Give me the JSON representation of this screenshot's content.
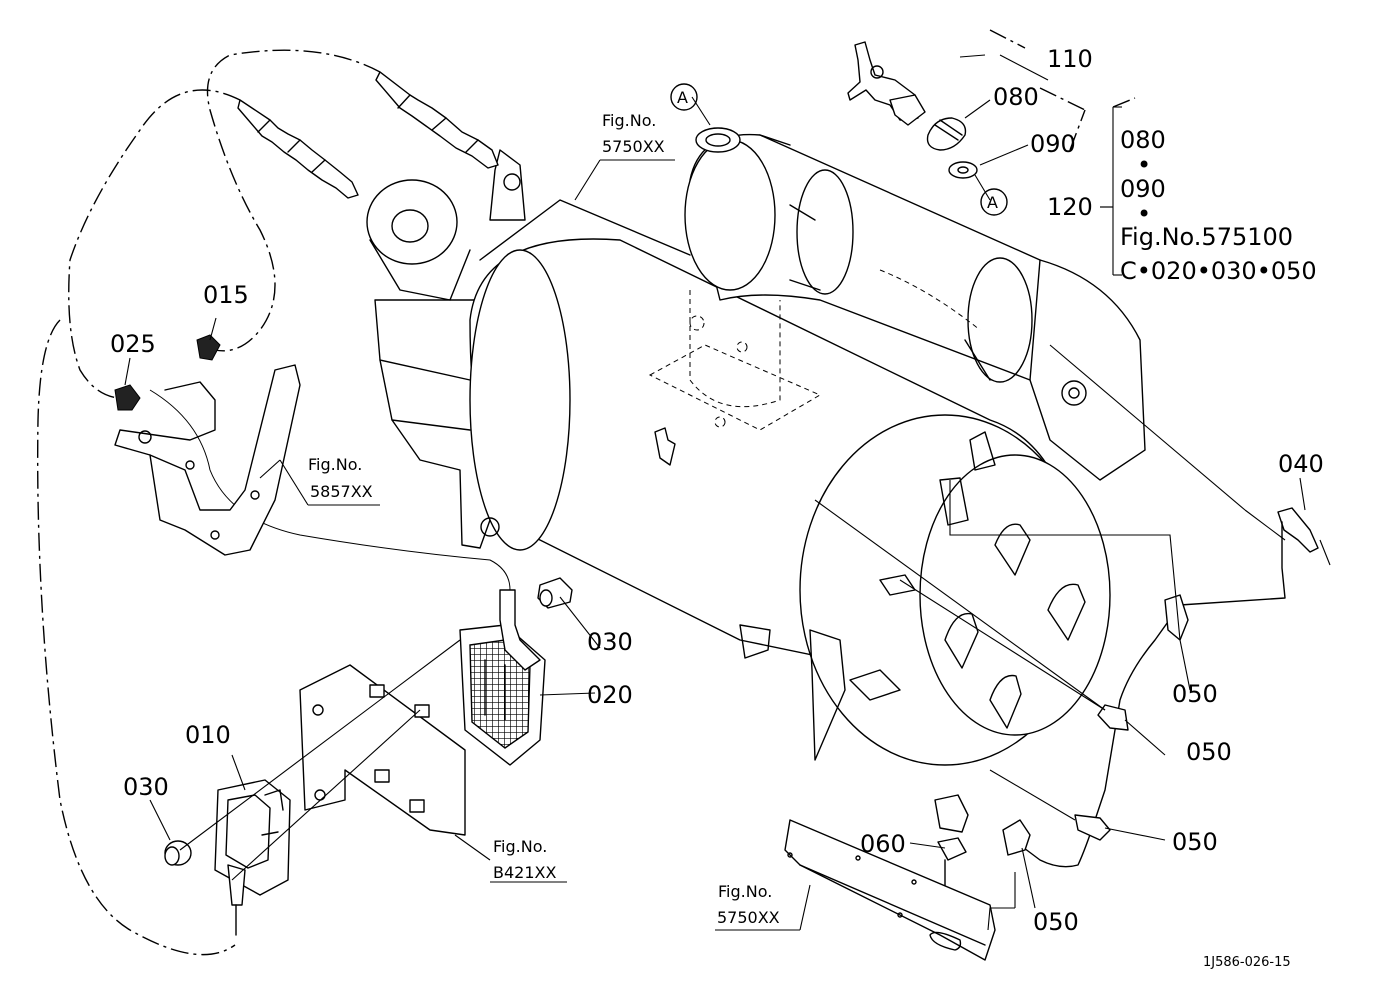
{
  "parts": {
    "p110": "110",
    "p080_top": "080",
    "p090_top": "090",
    "p120": "120",
    "p015": "015",
    "p025": "025",
    "p040": "040",
    "p030_a": "030",
    "p020": "020",
    "p010": "010",
    "p030_b": "030",
    "p050_a": "050",
    "p050_b": "050",
    "p050_c": "050",
    "p050_d": "050",
    "p060": "060"
  },
  "group_120": {
    "line1": "080",
    "dot1": "•",
    "line2": "090",
    "dot2": "•",
    "line3": "Fig.No.575100",
    "line4": "C•020•030•050"
  },
  "refs": {
    "a_top": "A",
    "a_right": "A",
    "fig_5750_top_label": "Fig.No.",
    "fig_5750_top_num": "5750XX",
    "fig_5857_label": "Fig.No.",
    "fig_5857_num": "5857XX",
    "fig_b421_label": "Fig.No.",
    "fig_b421_num": "B421XX",
    "fig_5750_bottom_label": "Fig.No.",
    "fig_5750_bottom_num": "5750XX"
  },
  "drawing_code": "1J586-026-15"
}
